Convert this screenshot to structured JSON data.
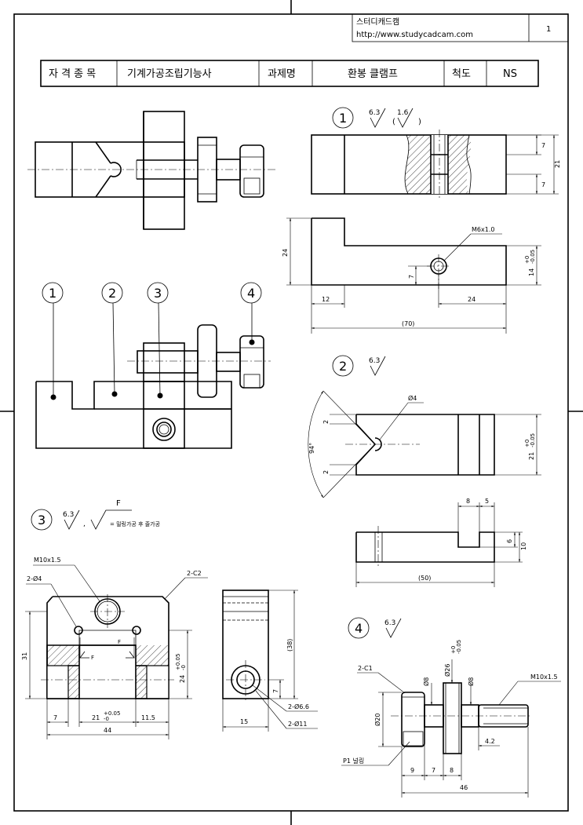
{
  "title_block": {
    "company": "스터디캐드캠",
    "url": "http://www.studycadcam.com",
    "sheet_no": "1",
    "field_label": "자 격 종 목",
    "field_value": "기계가공조립기능사",
    "subject_label": "과제명",
    "subject_value": "환봉 클램프",
    "scale_label": "척도",
    "scale_value": "NS"
  },
  "balloons": [
    "1",
    "2",
    "3",
    "4"
  ],
  "part1": {
    "finish_main": "6.3",
    "finish_sub": "1.6",
    "dims": {
      "d7a": "7",
      "d7b": "7",
      "d21": "21",
      "d24": "24",
      "tap": "M6x1.0",
      "d14": "14",
      "d14_tol_up": "+0",
      "d14_tol_lo": "-0.05",
      "d7c": "7",
      "d12": "12",
      "d24b": "24",
      "d70": "(70)"
    }
  },
  "part2": {
    "finish": "6.3",
    "dims": {
      "hole": "Ø4",
      "ang": "94°",
      "d2a": "2",
      "d2b": "2",
      "d21": "21",
      "d21_tol_up": "+0",
      "d21_tol_lo": "-0.05",
      "d8": "8",
      "d5": "5",
      "d6": "6",
      "d10": "10",
      "d50": "(50)"
    }
  },
  "part3": {
    "finish": "6.3",
    "finish_f": "F",
    "note": "= 밀링가공 후 줄가공",
    "dims": {
      "tap": "M10x1.5",
      "holes": "2-Ø4",
      "chamfer": "2-C2",
      "d31": "31",
      "d24": "24",
      "d24_tol_up": "+0.05",
      "d24_tol_lo": "-0",
      "d7": "7",
      "d21": "21",
      "d21_tol_up": "+0.05",
      "d21_tol_lo": "-0",
      "d11_5": "11.5",
      "d44": "44",
      "f1": "F",
      "f2": "F",
      "d38": "(38)",
      "d7b": "7",
      "d15": "15",
      "cb1": "2-Ø6.6",
      "cb2": "2-Ø11"
    }
  },
  "part4": {
    "finish": "6.3",
    "dims": {
      "chamfer": "2-C1",
      "d8a": "Ø8",
      "d26": "Ø26",
      "d26_tol_up": "+0",
      "d26_tol_lo": "-0.05",
      "d8b": "Ø8",
      "thread": "M10x1.5",
      "d20": "Ø20",
      "d4_2": "4.2",
      "knurl": "P1 널링",
      "d9": "9",
      "d7": "7",
      "d8": "8",
      "d46": "46"
    }
  }
}
